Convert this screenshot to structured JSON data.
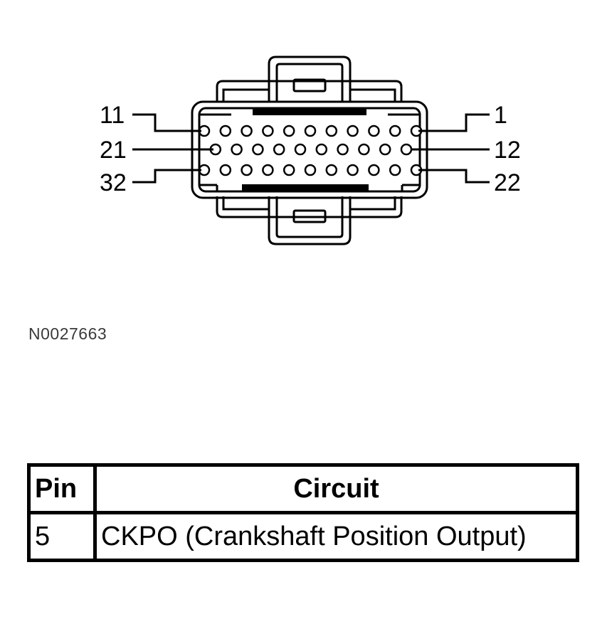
{
  "connector": {
    "pin_labels": {
      "top_left": "11",
      "top_right": "1",
      "middle_left": "21",
      "middle_right": "12",
      "bottom_left": "32",
      "bottom_right": "22"
    },
    "rows": [
      {
        "first_pin": 1,
        "last_pin": 11,
        "count": 11
      },
      {
        "first_pin": 12,
        "last_pin": 21,
        "count": 10
      },
      {
        "first_pin": 22,
        "last_pin": 32,
        "count": 11
      }
    ]
  },
  "figure_id": "N0027663",
  "table": {
    "headers": {
      "pin": "Pin",
      "circuit": "Circuit"
    },
    "rows": [
      {
        "pin": "5",
        "circuit": "CKPO (Crankshaft Position Output)"
      }
    ]
  }
}
